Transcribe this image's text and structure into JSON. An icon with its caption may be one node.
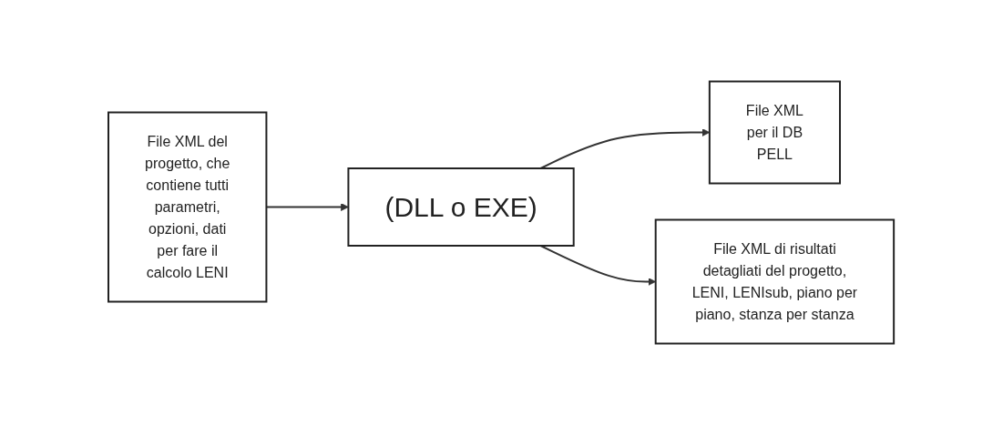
{
  "diagram": {
    "nodes": [
      {
        "text": [
          "File XML del progetto, che contiene tutti parametri, opzioni, dati per fare il calcolo LENI"
        ]
      },
      {
        "text": [
          "(DLL o EXE)"
        ]
      },
      {
        "text": [
          "File XML per il DB PELL"
        ]
      },
      {
        "text": [
          "File XML di risultati detagliati del progetto, LENI, LENIsub, piano per piano, stanza per stanza"
        ]
      }
    ],
    "edges": [
      {
        "from": 0,
        "to": 1,
        "arrow": "to"
      },
      {
        "from": 1,
        "to": 2,
        "arrow": "to"
      },
      {
        "from": 1,
        "to": 3,
        "arrow": "to"
      }
    ]
  }
}
